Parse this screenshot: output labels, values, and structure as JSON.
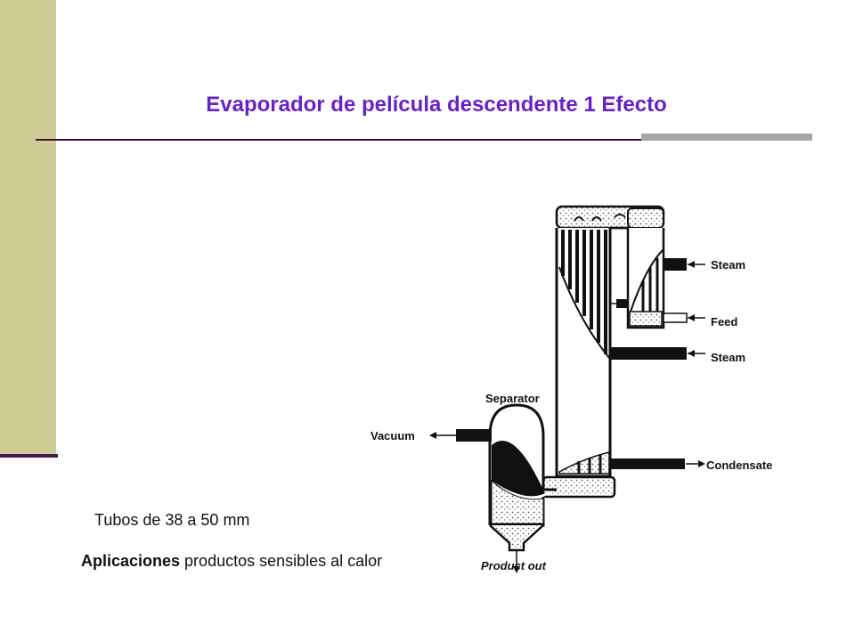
{
  "slide": {
    "title": "Evaporador de película descendente  1 Efecto",
    "tubes_text": "Tubos de 38 a 50 mm",
    "applications_label": "Aplicaciones",
    "applications_text": " productos sensibles al calor"
  },
  "diagram": {
    "labels": {
      "steam_top": "Steam",
      "feed": "Feed",
      "steam_bottom": "Steam",
      "separator": "Separator",
      "vacuum": "Vacuum",
      "condensate": "Condensate",
      "product_out": "Product out"
    }
  },
  "colors": {
    "title": "#6a22c6",
    "side_bar": "#cfcb95",
    "rule": "#3a0f3e"
  }
}
